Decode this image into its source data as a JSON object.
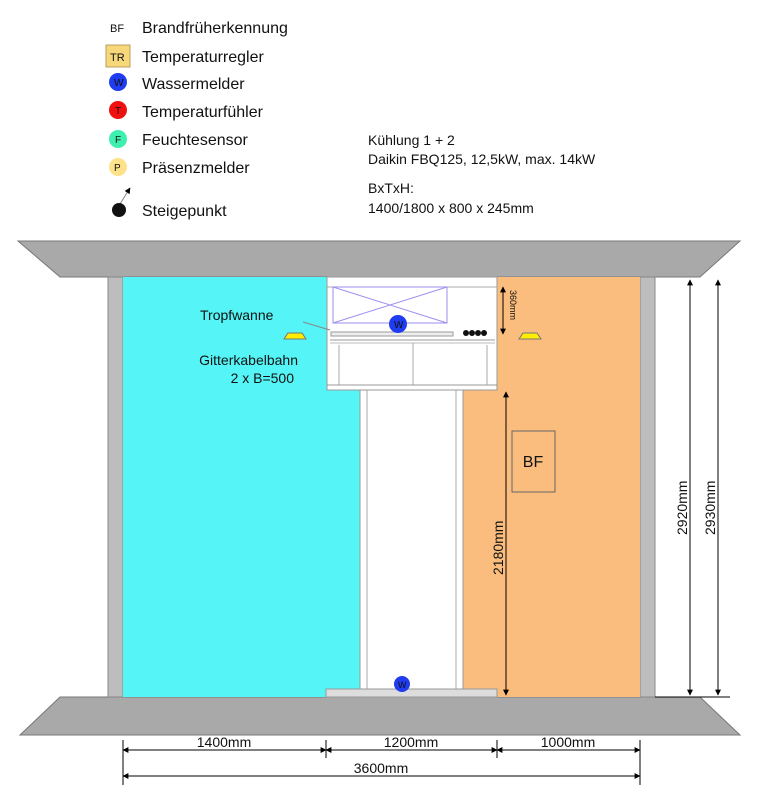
{
  "legend": [
    {
      "symbol": "BF",
      "label": "Brandfrüherkennung",
      "color": ""
    },
    {
      "symbol": "TR",
      "label": "Temperaturregler",
      "color": "#f6d77a"
    },
    {
      "symbol": "W",
      "label": "Wassermelder",
      "color": "#1f3cf0"
    },
    {
      "symbol": "T",
      "label": "Temperaturfühler",
      "color": "#f01010"
    },
    {
      "symbol": "F",
      "label": "Feuchtesensor",
      "color": "#3ef0b0"
    },
    {
      "symbol": "P",
      "label": "Präsenzmelder",
      "color": "#fde28a"
    },
    {
      "symbol": "",
      "label": "Steigepunkt",
      "color": "#111111"
    }
  ],
  "unit_info": {
    "line1": "Kühlung 1 + 2",
    "line2": "Daikin FBQ125, 12,5kW, max. 14kW",
    "line3": "BxTxH:",
    "line4": "1400/1800 x 800 x 245mm"
  },
  "labels": {
    "drip_tray": "Tropfwanne",
    "cable_tray_1": "Gitterkabelbahn",
    "cable_tray_2": "2 x B=500",
    "bf_box": "BF",
    "sensor_w": "W",
    "dim_360": "360mm"
  },
  "dimensions": {
    "left_width": "1400mm",
    "middle_width": "1200mm",
    "right_width": "1000mm",
    "total_width": "3600mm",
    "rack_height": "2180mm",
    "height_inner": "2920mm",
    "height_outer": "2930mm"
  },
  "colors": {
    "cold_zone": "#55f5f7",
    "warm_zone": "#fbbd7d",
    "slab": "#a9a9a9"
  }
}
